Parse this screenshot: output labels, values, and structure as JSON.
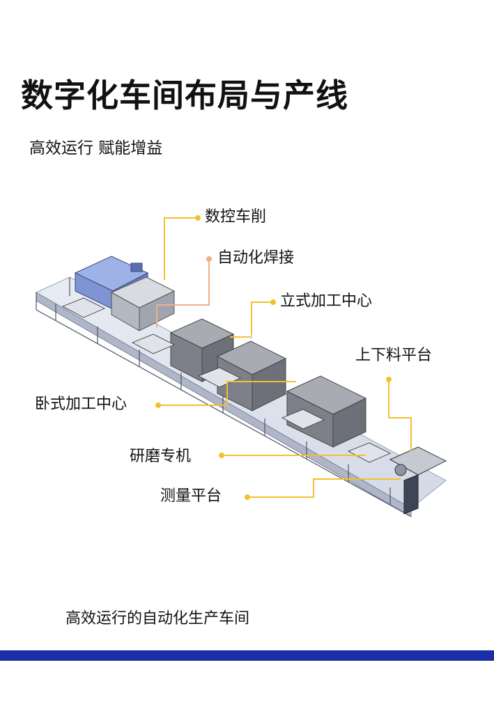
{
  "header": {
    "title": "数字化车间布局与产线",
    "subtitle": "高效运行 赋能增益"
  },
  "callouts": [
    {
      "label": "数控车削",
      "color": "#f2c12e"
    },
    {
      "label": "自动化焊接",
      "color": "#eeb08a"
    },
    {
      "label": "立式加工中心",
      "color": "#f2c12e"
    },
    {
      "label": "上下料平台",
      "color": "#f2c12e"
    },
    {
      "label": "卧式加工中心",
      "color": "#f2c12e"
    },
    {
      "label": "研磨专机",
      "color": "#f2c12e"
    },
    {
      "label": "测量平台",
      "color": "#f2c12e"
    }
  ],
  "footer": {
    "caption": "高效运行的自动化生产车间",
    "bar_color": "#1a2ea6"
  }
}
